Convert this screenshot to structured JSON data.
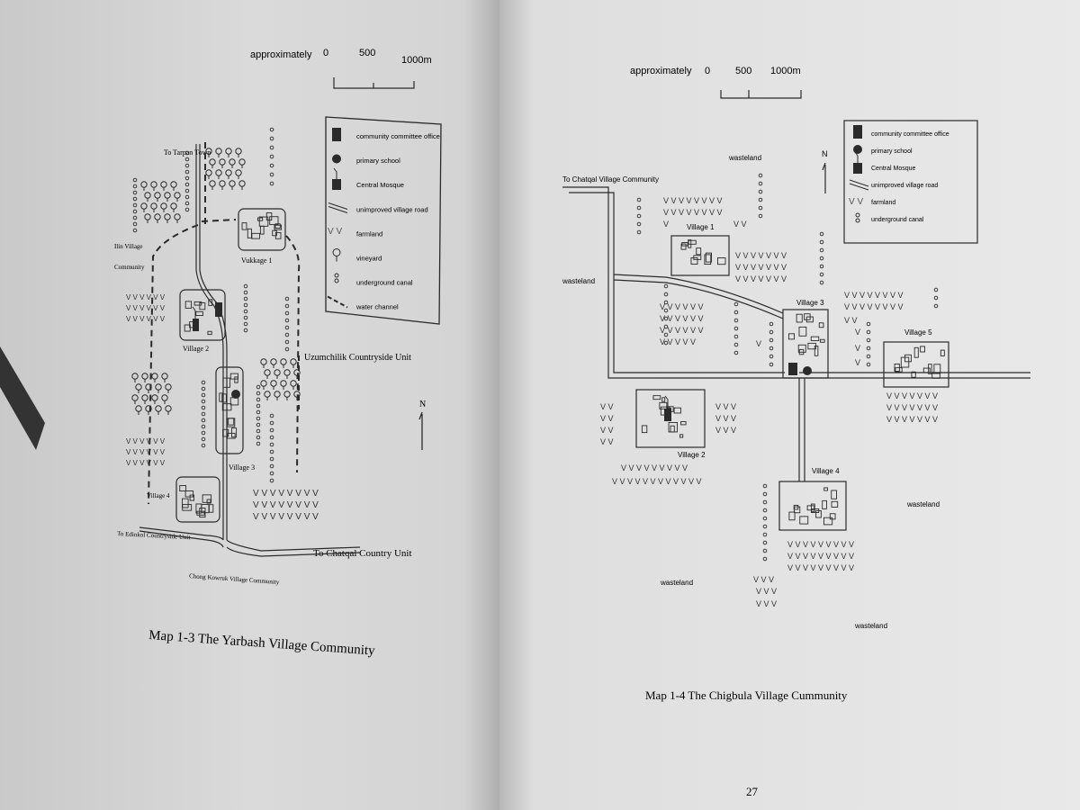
{
  "left_map": {
    "scale": {
      "prefix": "approximately",
      "t0": "0",
      "t1": "500",
      "t2": "1000m"
    },
    "legend": [
      {
        "icon": "community-office-icon",
        "label": "community committee office"
      },
      {
        "icon": "primary-school-icon",
        "label": "primary school"
      },
      {
        "icon": "mosque-icon",
        "label": "Central Mosque"
      },
      {
        "icon": "road-icon",
        "label": "unimproved village road"
      },
      {
        "icon": "farmland-icon",
        "label": "farmland"
      },
      {
        "icon": "vineyard-icon",
        "label": "vineyard"
      },
      {
        "icon": "underground-canal-icon",
        "label": "underground canal"
      },
      {
        "icon": "water-channel-icon",
        "label": "water channel"
      }
    ],
    "labels": {
      "to_tarpan": "To Tarpan Town",
      "ilin_1": "Ilin Village",
      "ilin_2": "Community",
      "village1": "Vukkage 1",
      "village2": "Village 2",
      "village3": "Village 3",
      "village4": "Village 4",
      "uzumchilik": "Uzumchilik Countryside Unit",
      "to_edinkol": "To Edinkol Countryside Unit",
      "to_chatqal": "To Chatqal Country Unit",
      "chong": "Chong Kowruk Village Community",
      "north": "N"
    },
    "caption": "Map 1-3 The Yarbash Village Community"
  },
  "right_map": {
    "scale": {
      "prefix": "approximately",
      "t0": "0",
      "t1": "500",
      "t2": "1000m"
    },
    "legend": [
      {
        "icon": "community-office-icon",
        "label": "community committee office"
      },
      {
        "icon": "primary-school-icon",
        "label": "primary school"
      },
      {
        "icon": "mosque-icon",
        "label": "Central Mosque"
      },
      {
        "icon": "road-icon",
        "label": "unimproved village road"
      },
      {
        "icon": "farmland-icon",
        "label": "farmland"
      },
      {
        "icon": "underground-canal-icon",
        "label": "underground canal"
      }
    ],
    "labels": {
      "to_chatqal": "To Chatqal Village Community",
      "wasteland": "wasteland",
      "village1": "Village 1",
      "village2": "Village 2",
      "village3": "Village 3",
      "village4": "Village 4",
      "village5": "Village 5",
      "north": "N"
    },
    "caption": "Map 1-4 The Chigbula Village Cummunity"
  },
  "page_number": "27"
}
